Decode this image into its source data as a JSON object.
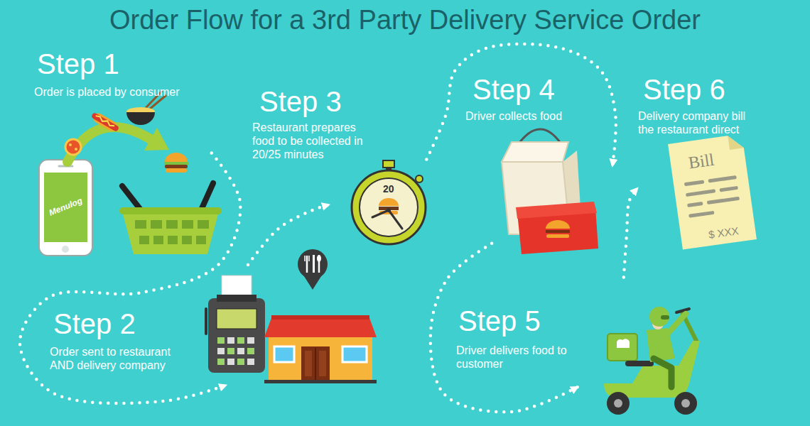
{
  "diagram": {
    "title": "Order Flow for a 3rd Party Delivery Service Order",
    "nodes": [
      {
        "text": [
          "Step 1",
          "Order is placed by consumer"
        ]
      },
      {
        "text": [
          "Step 2",
          "Order sent to restaurant AND delivery company"
        ]
      },
      {
        "text": [
          "Step 3",
          "Restaurant prepares food to be collected in 20/25 minutes"
        ]
      },
      {
        "text": [
          "Step 4",
          "Driver collects food"
        ]
      },
      {
        "text": [
          "Step 5",
          "Driver delivers food to customer"
        ]
      },
      {
        "text": [
          "Step 6",
          "Delivery company bill the restaurant direct"
        ]
      }
    ],
    "edges": [
      {
        "from": 0,
        "to": 1,
        "arrow": "to"
      },
      {
        "from": 1,
        "to": 2,
        "arrow": "to"
      },
      {
        "from": 2,
        "to": 3,
        "arrow": "to"
      },
      {
        "from": 3,
        "to": 4,
        "arrow": "to"
      },
      {
        "from": 4,
        "to": 5,
        "arrow": "to"
      }
    ],
    "labels": [
      "Menulog",
      "20",
      "Bill",
      "$ XXX"
    ]
  }
}
